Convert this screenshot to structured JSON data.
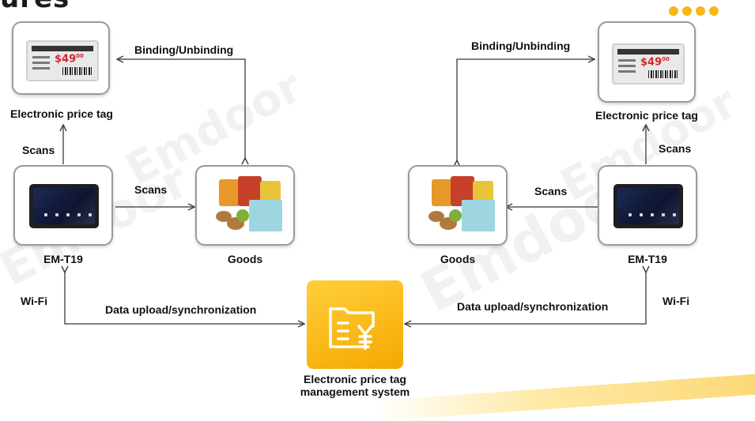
{
  "left": {
    "price_tag_label": "Electronic price tag",
    "device_label": "EM-T19",
    "goods_label": "Goods",
    "binding_label": "Binding/Unbinding",
    "scans_up_label": "Scans",
    "scans_right_label": "Scans",
    "wifi_label": "Wi-Fi",
    "sync_label": "Data upload/synchronization"
  },
  "right": {
    "price_tag_label": "Electronic price tag",
    "device_label": "EM-T19",
    "goods_label": "Goods",
    "binding_label": "Binding/Unbinding",
    "scans_up_label": "Scans",
    "scans_left_label": "Scans",
    "wifi_label": "Wi-Fi",
    "sync_label": "Data upload/synchronization"
  },
  "center": {
    "system_label_line1": "Electronic price tag",
    "system_label_line2": "management system"
  },
  "tag_price": "$49",
  "tag_price_sup": "00",
  "accent_color": "#f6b818",
  "icons": {
    "price_tag": "electronic-price-tag-icon",
    "tablet": "tablet-device-icon",
    "goods": "groceries-icon",
    "system": "folder-yen-icon"
  }
}
